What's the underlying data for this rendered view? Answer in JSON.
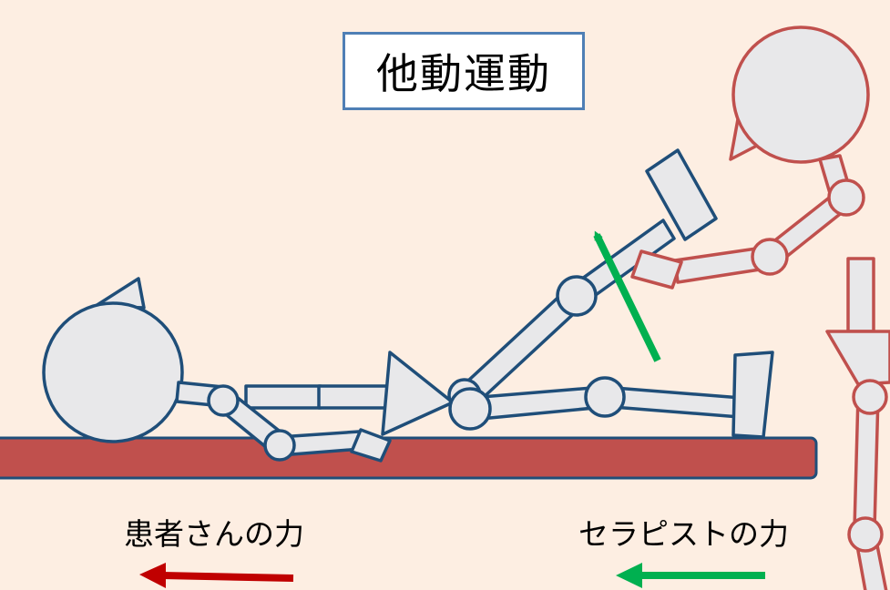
{
  "title": "他動運動",
  "labels": {
    "patient_force": "患者さんの力",
    "therapist_force": "セラピストの力"
  },
  "colors": {
    "background": "#fdeee2",
    "title_border": "#4f7fb5",
    "patient_outline": "#1f4e79",
    "therapist_outline": "#c0504d",
    "joint_fill": "#e8e8ea",
    "bed": "#c0504d",
    "patient_arrow": "#c00000",
    "therapist_arrow": "#00b050",
    "motion_arrow": "#00b050"
  },
  "arrows": {
    "patient_force_direction": "left",
    "therapist_force_direction": "left",
    "motion_direction": "up"
  }
}
